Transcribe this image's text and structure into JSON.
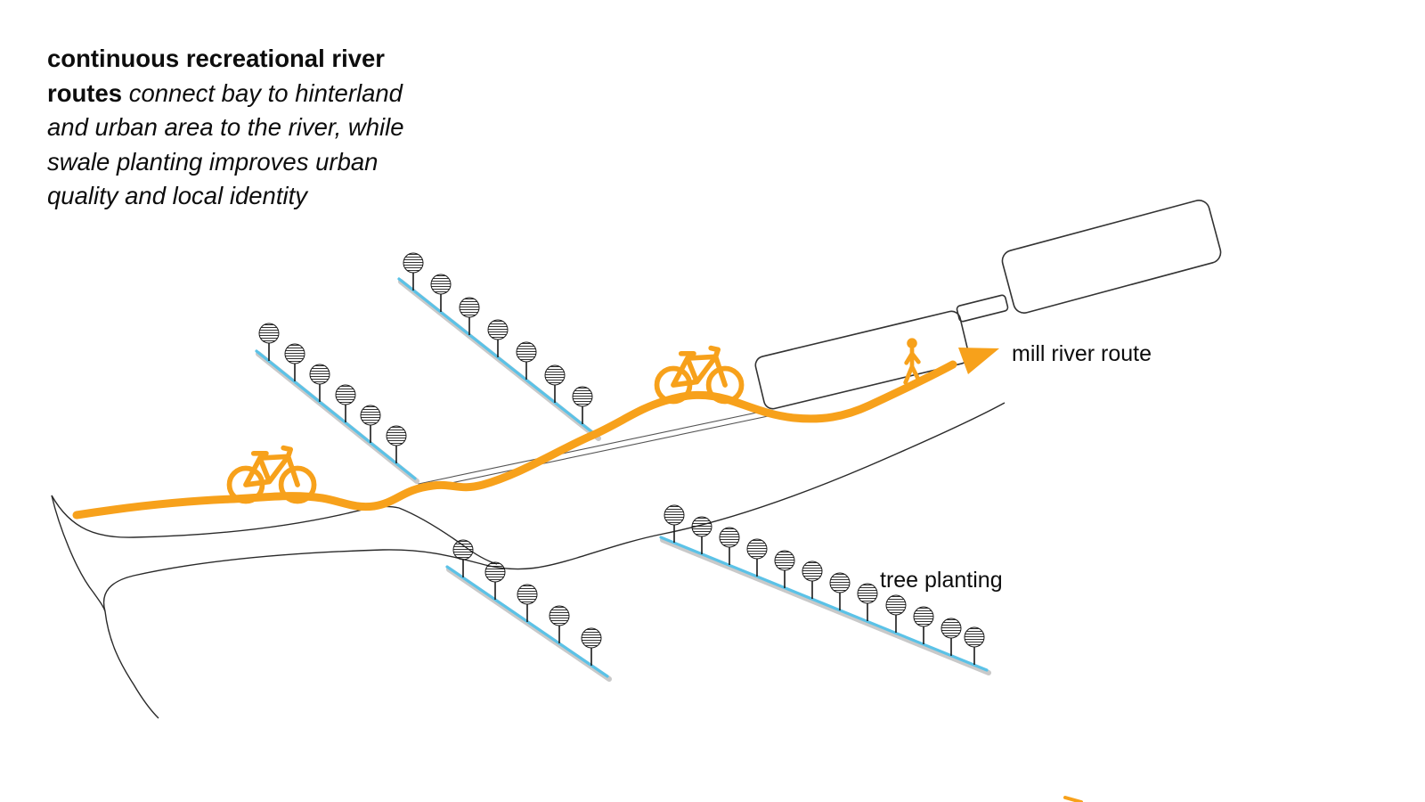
{
  "colors": {
    "orange": "#F7A11B",
    "swale_blue": "#5BC2E7",
    "swale_gray": "#C9C9C9",
    "outline": "#2A2A2A"
  },
  "heading": {
    "bold": "continuous recreational river routes",
    "italic": "connect bay to hinterland and urban area to the river, while swale planting improves urban quality and local identity"
  },
  "labels": {
    "mill_river_route": "mill river route",
    "tree_planting": "tree planting"
  },
  "icons": {
    "bicycle-icon": "svg bicycle silhouette (orange)",
    "pedestrian-icon": "svg walking figure (orange)",
    "tree-icon": "svg circle canopy with horizontal hatching on trunk",
    "route-arrow-icon": "orange triangle arrowhead"
  }
}
